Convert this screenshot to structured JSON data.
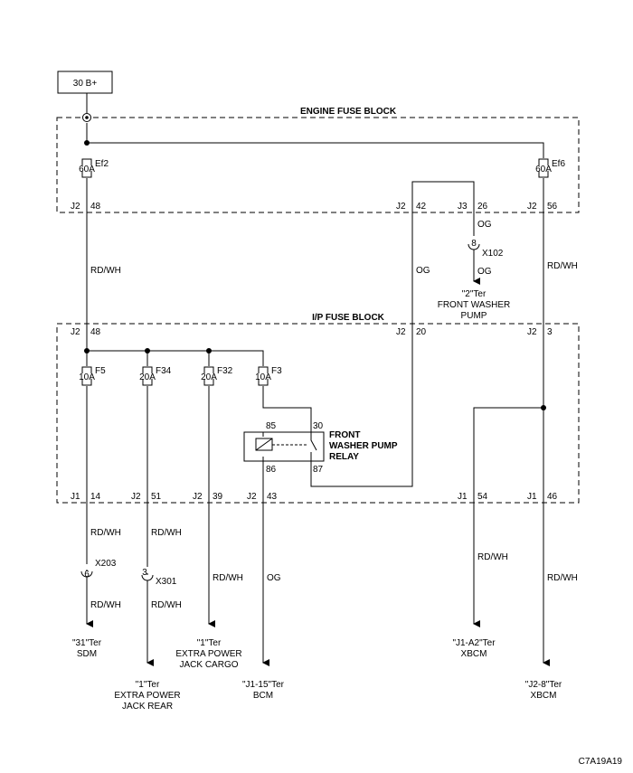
{
  "power_source": "30 B+",
  "blocks": {
    "engine": "ENGINE FUSE BLOCK",
    "ip": "I/P FUSE BLOCK"
  },
  "fuses": {
    "ef2": {
      "name": "Ef2",
      "rating": "60A"
    },
    "ef6": {
      "name": "Ef6",
      "rating": "60A"
    },
    "f5": {
      "name": "F5",
      "rating": "10A"
    },
    "f34": {
      "name": "F34",
      "rating": "20A"
    },
    "f32": {
      "name": "F32",
      "rating": "20A"
    },
    "f3": {
      "name": "F3",
      "rating": "10A"
    }
  },
  "engine_pins": {
    "p1": {
      "conn": "J2",
      "pin": "48"
    },
    "p2": {
      "conn": "J2",
      "pin": "42"
    },
    "p3": {
      "conn": "J3",
      "pin": "26"
    },
    "p4": {
      "conn": "J2",
      "pin": "56"
    }
  },
  "ip_top_pins": {
    "p1": {
      "conn": "J2",
      "pin": "48"
    },
    "p2": {
      "conn": "J2",
      "pin": "20"
    },
    "p3": {
      "conn": "J2",
      "pin": "3"
    }
  },
  "ip_bottom_pins": {
    "p1": {
      "conn": "J1",
      "pin": "14"
    },
    "p2": {
      "conn": "J2",
      "pin": "51"
    },
    "p3": {
      "conn": "J2",
      "pin": "39"
    },
    "p4": {
      "conn": "J2",
      "pin": "43"
    },
    "p5": {
      "conn": "J1",
      "pin": "54"
    },
    "p6": {
      "conn": "J1",
      "pin": "46"
    }
  },
  "relay": {
    "line1": "FRONT",
    "line2": "WASHER PUMP",
    "line3": "RELAY",
    "pin85": "85",
    "pin30": "30",
    "pin86": "86",
    "pin87": "87"
  },
  "wires": {
    "rdwh": "RD/WH",
    "og": "OG"
  },
  "connectors": {
    "x102": {
      "name": "X102",
      "pin": "8"
    },
    "x203": {
      "name": "X203",
      "pin": "6"
    },
    "x301": {
      "name": "X301",
      "pin": "3"
    }
  },
  "destinations": {
    "pump": {
      "line1": "\"2\"Ter",
      "line2": "FRONT WASHER",
      "line3": "PUMP"
    },
    "sdm": {
      "line1": "\"31\"Ter",
      "line2": "SDM"
    },
    "jack_rear": {
      "line1": "\"1\"Ter",
      "line2": "EXTRA POWER",
      "line3": "JACK REAR"
    },
    "jack_cargo": {
      "line1": "\"1\"Ter",
      "line2": "EXTRA POWER",
      "line3": "JACK CARGO"
    },
    "bcm": {
      "line1": "\"J1-15\"Ter",
      "line2": "BCM"
    },
    "xbcm1": {
      "line1": "\"J1-A2\"Ter",
      "line2": "XBCM"
    },
    "xbcm2": {
      "line1": "\"J2-8\"Ter",
      "line2": "XBCM"
    }
  },
  "figure_code": "C7A19A19"
}
